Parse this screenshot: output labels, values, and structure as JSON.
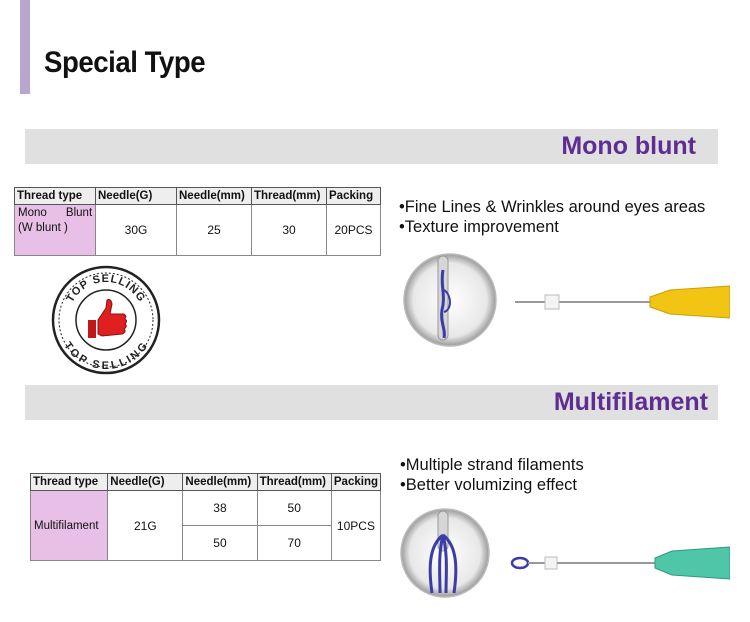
{
  "page": {
    "title": "Special Type"
  },
  "sections": [
    {
      "band_title": "Mono blunt",
      "headers": [
        "Thread type",
        "Needle(G)",
        "Needle(mm)",
        "Thread(mm)",
        "Packing"
      ],
      "row": {
        "type_line1": "Mono      Blunt",
        "type_line2": "(W blunt )",
        "needle_g": "30G",
        "needle_mm": "25",
        "thread_mm": "30",
        "packing": "20PCS"
      },
      "bullets": [
        "Fine Lines & Wrinkles around eyes areas",
        "Texture improvement"
      ],
      "needle_hub_color": "#f2c515"
    },
    {
      "band_title": "Multifilament",
      "headers": [
        "Thread type",
        "Needle(G)",
        "Needle(mm)",
        "Thread(mm)",
        "Packing"
      ],
      "row": {
        "type": "Multifilament",
        "needle_g": "21G",
        "needle_mm": [
          "38",
          "50"
        ],
        "thread_mm": [
          "50",
          "70"
        ],
        "packing": "10PCS"
      },
      "bullets": [
        "Multiple strand filaments",
        "Better volumizing effect"
      ],
      "needle_hub_color": "#4fc6a8"
    }
  ],
  "badge": {
    "text": "TOP SELLING",
    "icon": "thumbs-up-icon",
    "color": "#e02020"
  },
  "colors": {
    "accent_bar": "#b9a6cf",
    "band_bg": "#e0e0e0",
    "band_title": "#5d2d91",
    "type_cell": "#e7bfe7",
    "thread": "#3c3ca8"
  }
}
